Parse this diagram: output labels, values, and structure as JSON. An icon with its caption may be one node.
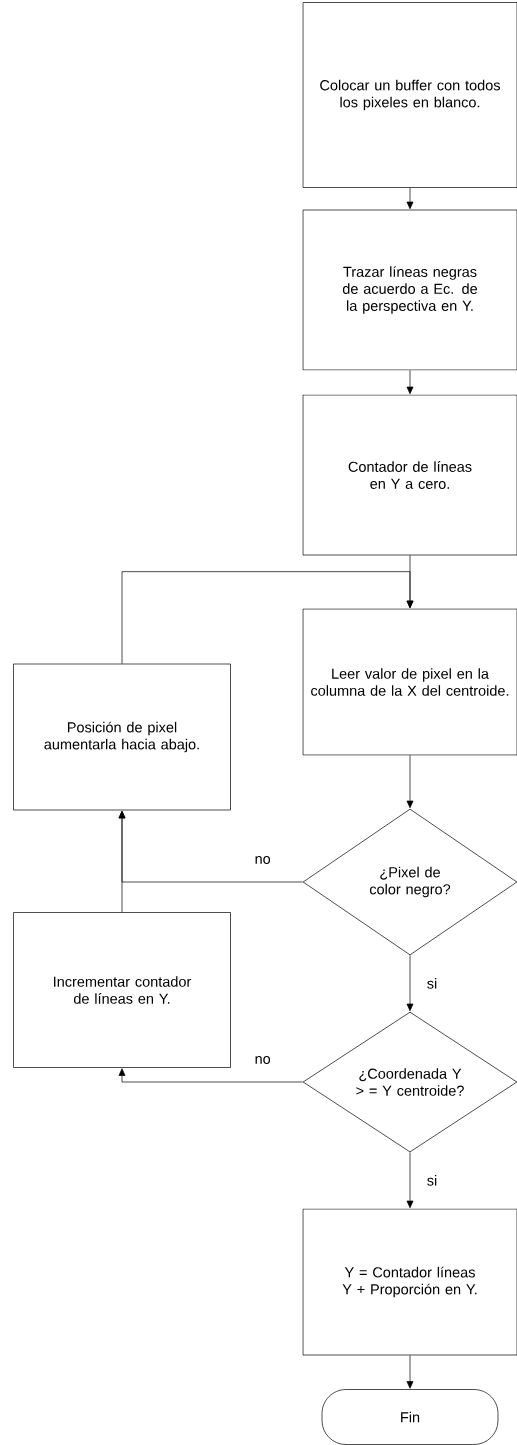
{
  "diagram": {
    "nodes": [
      {
        "text": [
          "Colocar un buffer con todos los pixeles en blanco."
        ]
      },
      {
        "text": [
          "Trazar líneas negras de acuerdo a Ec. de la perspectiva en Y."
        ]
      },
      {
        "text": [
          "Contador de líneas en Y a cero."
        ]
      },
      {
        "text": [
          "Leer valor de pixel en la columna de la X del centroide."
        ]
      },
      {
        "text": [
          "Posición de pixel aumentarla hacia abajo."
        ]
      },
      {
        "text": [
          "¿Pixel de color negro?"
        ]
      },
      {
        "text": [
          "Incrementar contador de líneas en Y."
        ]
      },
      {
        "text": [
          "¿Coordenada Y > = Y centroide?"
        ]
      },
      {
        "text": [
          "Y = Contador líneas Y + Proporción en Y."
        ]
      },
      {
        "text": [
          "Fin"
        ]
      }
    ],
    "edges": [
      {
        "from": 0,
        "to": 1,
        "arrow": "to"
      },
      {
        "from": 1,
        "to": 2,
        "arrow": "to"
      },
      {
        "from": 2,
        "to": 3,
        "arrow": "to"
      },
      {
        "from": 3,
        "to": 5,
        "arrow": "to"
      },
      {
        "from": 5,
        "to": 4,
        "arrow": "to",
        "label": "no"
      },
      {
        "from": 6,
        "to": 4,
        "arrow": "to"
      },
      {
        "from": 4,
        "to": 3,
        "arrow": "to"
      },
      {
        "from": 5,
        "to": 7,
        "arrow": "to",
        "label": "si"
      },
      {
        "from": 7,
        "to": 6,
        "arrow": "to",
        "label": "no"
      },
      {
        "from": 7,
        "to": 8,
        "arrow": "to",
        "label": "si"
      },
      {
        "from": 8,
        "to": 9,
        "arrow": "to"
      }
    ]
  }
}
